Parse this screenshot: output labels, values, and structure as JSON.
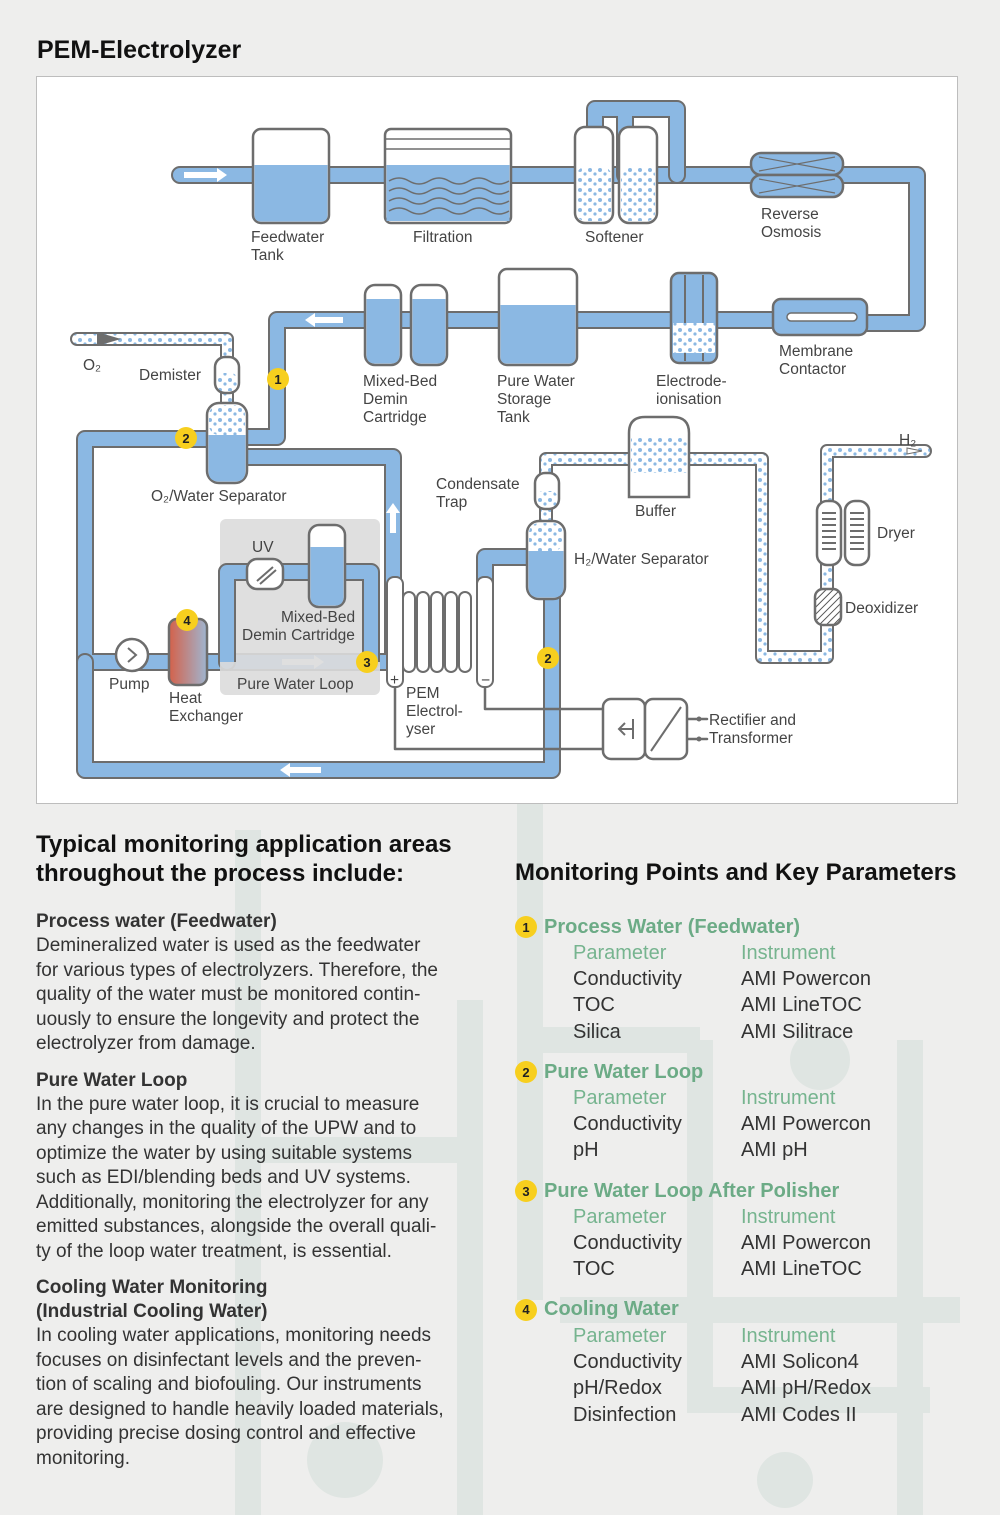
{
  "title": "PEM-Electrolyzer",
  "diagram": {
    "labels": {
      "feedwater_tank": [
        "Feedwater",
        "Tank"
      ],
      "filtration": "Filtration",
      "softener": "Softener",
      "reverse_osmosis": [
        "Reverse",
        "Osmosis"
      ],
      "membrane_contactor": [
        "Membrane",
        "Contactor"
      ],
      "electrodeionisation": [
        "Electrode-",
        "ionisation"
      ],
      "pure_water_storage": [
        "Pure Water",
        "Storage",
        "Tank"
      ],
      "mixed_bed_demin": [
        "Mixed-Bed",
        "Demin",
        "Cartridge"
      ],
      "o2": "O₂",
      "demister": "Demister",
      "o2_separator": "O₂/Water Separator",
      "uv": "UV",
      "mixed_bed_demin_2": [
        "Mixed-Bed",
        "Demin Cartridge"
      ],
      "pure_water_loop": "Pure Water Loop",
      "pump": "Pump",
      "heat_exchanger": [
        "Heat",
        "Exchanger"
      ],
      "pem_electrolyser": [
        "PEM",
        "Electrol-",
        "yser"
      ],
      "condensate_trap": [
        "Condensate",
        "Trap"
      ],
      "buffer": "Buffer",
      "h2_separator": "H₂/Water Separator",
      "h2": "H₂",
      "dryer": "Dryer",
      "deoxidizer": "Deoxidizer",
      "rectifier": [
        "Rectifier and",
        "Transformer"
      ]
    },
    "badges": [
      "1",
      "2",
      "3",
      "4"
    ]
  },
  "left": {
    "heading": [
      "Typical monitoring application areas",
      "throughout the process include:"
    ],
    "sections": [
      {
        "title": [
          "Process water (Feedwater)"
        ],
        "lines": [
          "Demineralized water is used as the feedwater",
          "for various types of electrolyzers. Therefore, the",
          "quality of the water must be monitored contin-",
          "uously to ensure the longevity and protect the",
          "electrolyzer from damage."
        ]
      },
      {
        "title": [
          "Pure Water Loop"
        ],
        "lines": [
          "In the pure water loop, it is crucial to measure",
          "any changes in the quality of the UPW and to",
          "optimize the water by using suitable systems",
          "such as EDI/blending beds and UV systems.",
          "Additionally, monitoring the electrolyzer for any",
          "emitted substances, alongside the overall quali-",
          "ty of the loop water treatment, is essential."
        ]
      },
      {
        "title": [
          "Cooling Water Monitoring",
          "(Industrial Cooling Water)"
        ],
        "lines": [
          "In cooling water applications, monitoring needs",
          "focuses on disinfectant levels and the preven-",
          "tion of scaling and biofouling. Our instruments",
          "are designed to handle heavily loaded materials,",
          "providing precise dosing control and effective",
          "monitoring."
        ]
      }
    ]
  },
  "right": {
    "heading": "Monitoring Points and Key Parameters",
    "col_param": "Parameter",
    "col_instr": "Instrument",
    "points": [
      {
        "num": "1",
        "title": "Process Water (Feedwater)",
        "rows": [
          [
            "Conductivity",
            "AMI Powercon"
          ],
          [
            "TOC",
            "AMI LineTOC"
          ],
          [
            "Silica",
            "AMI Silitrace"
          ]
        ]
      },
      {
        "num": "2",
        "title": "Pure Water Loop",
        "rows": [
          [
            "Conductivity",
            "AMI Powercon"
          ],
          [
            "pH",
            "AMI pH"
          ]
        ]
      },
      {
        "num": "3",
        "title": "Pure Water Loop After Polisher",
        "rows": [
          [
            "Conductivity",
            "AMI Powercon"
          ],
          [
            "TOC",
            "AMI LineTOC"
          ]
        ]
      },
      {
        "num": "4",
        "title": "Cooling Water",
        "rows": [
          [
            "Conductivity",
            "AMI Solicon4"
          ],
          [
            "pH/Redox",
            "AMI pH/Redox"
          ],
          [
            "Disinfection",
            "AMI Codes II"
          ]
        ]
      }
    ]
  },
  "colors": {
    "water": "#8bb8e3",
    "pipe_outline": "#6d6d6d",
    "badge": "#f7cf1e",
    "accent_green": "#6cab86",
    "background": "#eeeeed"
  }
}
